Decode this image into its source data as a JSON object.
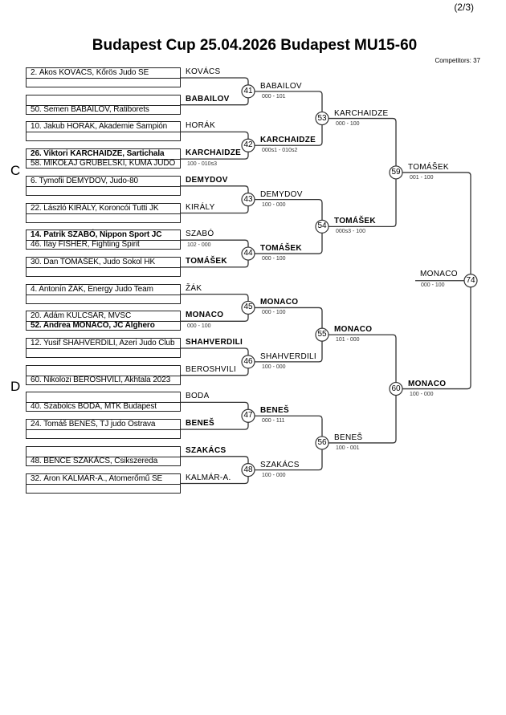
{
  "header": {
    "page_indicator": "(2/3)",
    "title": "Budapest Cup  25.04.2026  Budapest   MU15-60",
    "competitors": "Competitors: 37"
  },
  "pool_labels": [
    "C",
    "D"
  ],
  "pairs": [
    {
      "top": "2. Ákos KOVÁCS, Kőrös Judo SE",
      "top_bold": false,
      "bottom": "",
      "bottom_bold": false,
      "label": "KOVÁCS",
      "label_bold": false,
      "score": ""
    },
    {
      "top": "",
      "top_bold": false,
      "bottom": "50. Semen BABAILOV, Ratiborets",
      "bottom_bold": false,
      "label": "BABAILOV",
      "label_bold": true,
      "score": ""
    },
    {
      "top": "10. Jakub HORÁK, Akademie Šampión",
      "top_bold": false,
      "bottom": "",
      "bottom_bold": false,
      "label": "HORÁK",
      "label_bold": false,
      "score": ""
    },
    {
      "top": "26. Viktori KARCHAIDZE, Sartichala",
      "top_bold": true,
      "bottom": "58. MIKOŁAJ GRUBELSKI, KUMA JUDO",
      "bottom_bold": false,
      "label": "KARCHAIDZE",
      "label_bold": true,
      "score": "100 - 010s3"
    },
    {
      "top": "6. Tymofii DEMYDOV, Judo-80",
      "top_bold": false,
      "bottom": "",
      "bottom_bold": false,
      "label": "DEMYDOV",
      "label_bold": true,
      "score": ""
    },
    {
      "top": "22. László KIRÁLY, Koroncói Tutti JK",
      "top_bold": false,
      "bottom": "",
      "bottom_bold": false,
      "label": "KIRÁLY",
      "label_bold": false,
      "score": ""
    },
    {
      "top": "14. Patrik SZABÓ, Nippon Sport JC",
      "top_bold": true,
      "bottom": "46. Itay FISHER, Fighting Spirit",
      "bottom_bold": false,
      "label": "SZABÓ",
      "label_bold": false,
      "score": "102 - 000"
    },
    {
      "top": "30. Dan TOMÁŠEK, Judo Sokol HK",
      "top_bold": false,
      "bottom": "",
      "bottom_bold": false,
      "label": "TOMÁŠEK",
      "label_bold": true,
      "score": ""
    },
    {
      "top": "4. Antonín ŽÁK, Energy Judo Team",
      "top_bold": false,
      "bottom": "",
      "bottom_bold": false,
      "label": "ŽÁK",
      "label_bold": false,
      "score": ""
    },
    {
      "top": "20. Ádám KULCSÁR, MVSC",
      "top_bold": false,
      "bottom": "52. Andrea MONACO, JC Alghero",
      "bottom_bold": true,
      "label": "MONACO",
      "label_bold": true,
      "score": "000 - 100"
    },
    {
      "top": "12. Yusif SHAHVERDILI, Azeri Judo Club",
      "top_bold": false,
      "bottom": "",
      "bottom_bold": false,
      "label": "SHAHVERDILI",
      "label_bold": true,
      "score": ""
    },
    {
      "top": "",
      "top_bold": false,
      "bottom": "60. Nikolozi BEROSHVILI, Akhtala 2023",
      "bottom_bold": false,
      "label": "BEROSHVILI",
      "label_bold": false,
      "score": ""
    },
    {
      "top": "",
      "top_bold": false,
      "bottom": "40. Szabolcs BODA, MTK Budapest",
      "bottom_bold": false,
      "label": "BODA",
      "label_bold": false,
      "score": ""
    },
    {
      "top": "24. Tomáš BENEŠ, TJ judo Ostrava",
      "top_bold": false,
      "bottom": "",
      "bottom_bold": false,
      "label": "BENEŠ",
      "label_bold": true,
      "score": ""
    },
    {
      "top": "",
      "top_bold": false,
      "bottom": "48. BENCE SZAKÁCS, Csikszereda",
      "bottom_bold": false,
      "label": "SZAKÁCS",
      "label_bold": true,
      "score": ""
    },
    {
      "top": "32. Áron KALMÁR-A., Atomerőmű SE",
      "top_bold": false,
      "bottom": "",
      "bottom_bold": false,
      "label": "KALMÁR-A.",
      "label_bold": false,
      "score": ""
    }
  ],
  "rounds": [
    [
      {
        "match": "41",
        "winner": "BABAILOV",
        "bold": false,
        "score": "000 - 101"
      },
      {
        "match": "42",
        "winner": "KARCHAIDZE",
        "bold": true,
        "score": "000s1 - 010s2"
      },
      {
        "match": "43",
        "winner": "DEMYDOV",
        "bold": false,
        "score": "100 - 000"
      },
      {
        "match": "44",
        "winner": "TOMÁŠEK",
        "bold": true,
        "score": "000 - 100"
      },
      {
        "match": "45",
        "winner": "MONACO",
        "bold": true,
        "score": "000 - 100"
      },
      {
        "match": "46",
        "winner": "SHAHVERDILI",
        "bold": false,
        "score": "100 - 000"
      },
      {
        "match": "47",
        "winner": "BENEŠ",
        "bold": true,
        "score": "000 - 111"
      },
      {
        "match": "48",
        "winner": "SZAKÁCS",
        "bold": false,
        "score": "100 - 000"
      }
    ],
    [
      {
        "match": "53",
        "winner": "KARCHAIDZE",
        "bold": false,
        "score": "000 - 100"
      },
      {
        "match": "54",
        "winner": "TOMÁŠEK",
        "bold": true,
        "score": "000s3 - 100"
      },
      {
        "match": "55",
        "winner": "MONACO",
        "bold": true,
        "score": "101 - 000"
      },
      {
        "match": "56",
        "winner": "BENEŠ",
        "bold": false,
        "score": "100 - 001"
      }
    ],
    [
      {
        "match": "59",
        "winner": "TOMÁŠEK",
        "bold": false,
        "score": "001 - 100"
      },
      {
        "match": "60",
        "winner": "MONACO",
        "bold": true,
        "score": "100 - 000"
      }
    ],
    [
      {
        "match": "74",
        "winner": "MONACO",
        "bold": false,
        "score": "000 - 100"
      }
    ]
  ]
}
